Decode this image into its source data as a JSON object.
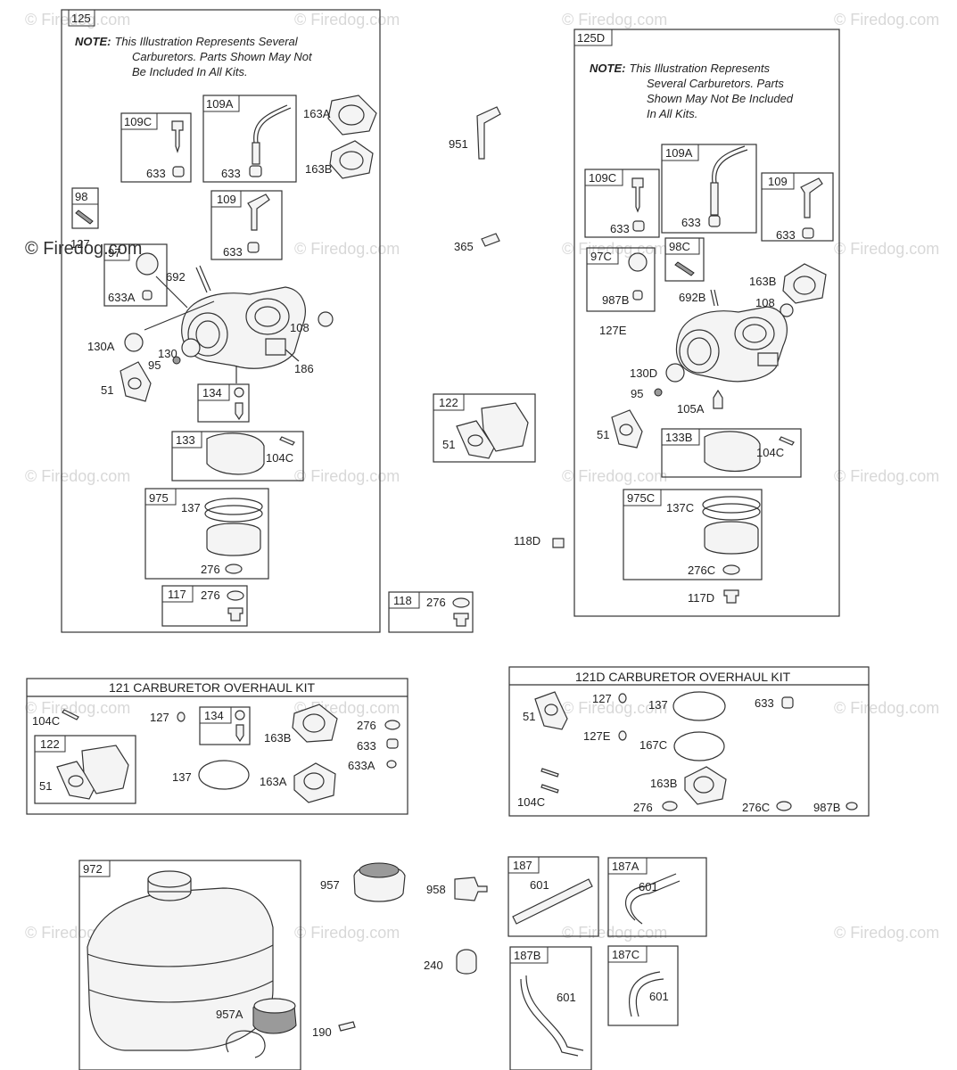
{
  "notes": {
    "left": {
      "prefix": "NOTE:",
      "line1": "This Illustration Represents Several",
      "line2": "Carburetors. Parts Shown May Not",
      "line3": "Be Included In All Kits."
    },
    "right": {
      "prefix": "NOTE:",
      "line1": "This Illustration Represents",
      "line2": "Several Carburetors. Parts",
      "line3": "Shown May Not Be Included",
      "line4": "In All Kits."
    }
  },
  "watermark": {
    "text": "© Firedog.com",
    "main": "© Firedog.com"
  },
  "kits": {
    "k121": "121 CARBURETOR OVERHAUL KIT",
    "k121d": "121D CARBURETOR OVERHAUL KIT"
  },
  "callouts": {
    "b125": "125",
    "b109c": "109C",
    "b109a": "109A",
    "b98": "98",
    "b97": "97",
    "b109": "109",
    "b134": "134",
    "b133": "133",
    "b975": "975",
    "b117": "117",
    "b118": "118",
    "b122": "122",
    "b125d": "125D",
    "r109a": "109A",
    "r109c": "109C",
    "r109": "109",
    "r98c": "98C",
    "r97c": "97C",
    "r133b": "133B",
    "r975c": "975C",
    "k134": "134",
    "k122": "122",
    "b972": "972",
    "b187": "187",
    "b187a": "187A",
    "b187b": "187B",
    "b187c": "187C"
  },
  "labels": {
    "l163a": "163A",
    "l163b": "163B",
    "l633a": "633",
    "l633b": "633",
    "l127c": "127",
    "l692": "692",
    "l633A": "633A",
    "l633c": "633",
    "l108": "108",
    "l130a": "130A",
    "l130": "130",
    "l95": "95",
    "l186": "186",
    "l51": "51",
    "l104c": "104C",
    "l137": "137",
    "l276a": "276",
    "l276b": "276",
    "l276c": "276",
    "l951": "951",
    "l365": "365",
    "l51b": "51",
    "l118d": "118D",
    "r633a": "633",
    "r633b": "633",
    "r633c": "633",
    "r987b": "987B",
    "r692b": "692B",
    "r163b": "163B",
    "r108": "108",
    "r127e": "127E",
    "r130d": "130D",
    "r95": "95",
    "r105a": "105A",
    "r51": "51",
    "r104c": "104C",
    "r137c": "137C",
    "r276c": "276C",
    "r117d": "117D",
    "k104c": "104C",
    "k127": "127",
    "k163b": "163B",
    "k276": "276",
    "k633": "633",
    "k633a": "633A",
    "k137": "137",
    "k163a": "163A",
    "k51": "51",
    "d51": "51",
    "d127": "127",
    "d137": "137",
    "d633": "633",
    "d127e": "127E",
    "d167c": "167C",
    "d104c": "104C",
    "d163b": "163B",
    "d276": "276",
    "d276c": "276C",
    "d987b": "987B",
    "l957": "957",
    "l958": "958",
    "l240": "240",
    "l957a": "957A",
    "l190": "190",
    "l601a": "601",
    "l601b": "601",
    "l601c": "601",
    "l601d": "601"
  }
}
